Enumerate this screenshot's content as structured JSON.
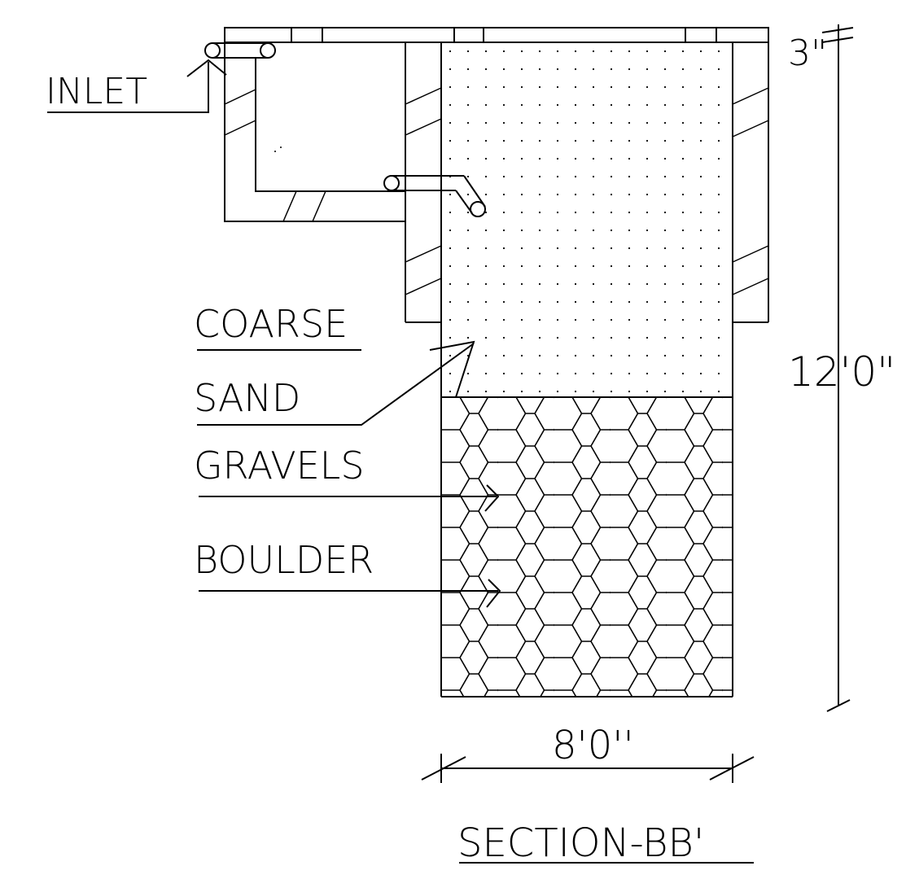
{
  "labels": {
    "inlet": "INLET",
    "coarse": "COARSE",
    "sand": "SAND",
    "gravels": "GRAVELS",
    "boulder": "BOULDER",
    "cover_thickness": "3\"",
    "depth": "12'0\"",
    "width": "8'0''",
    "section_title": "SECTION-BB'"
  },
  "colors": {
    "line": "#000000",
    "background": "#ffffff"
  }
}
